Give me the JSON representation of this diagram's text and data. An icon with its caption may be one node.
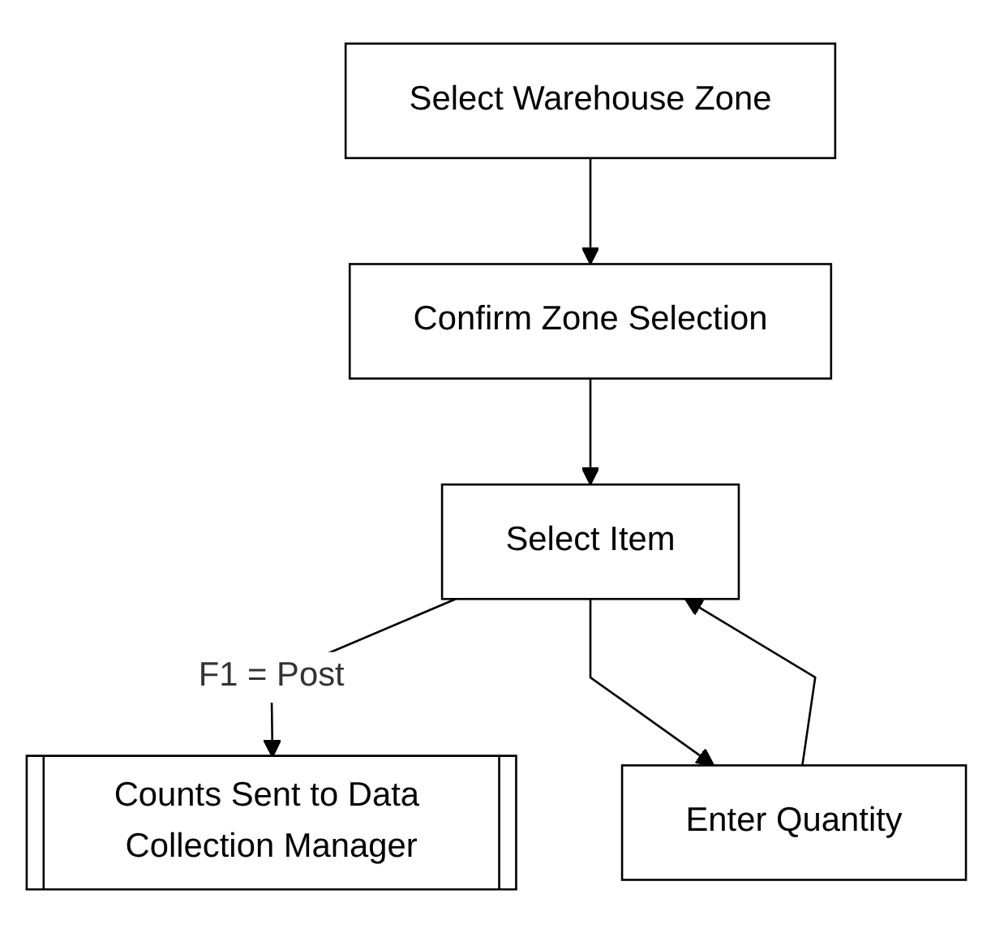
{
  "diagram": {
    "nodes": [
      {
        "text": [
          "Select Warehouse Zone"
        ]
      },
      {
        "text": [
          "Confirm Zone Selection"
        ]
      },
      {
        "text": [
          "Select Item"
        ]
      },
      {
        "text": [
          "Enter Quantity"
        ]
      },
      {
        "text": [
          "Counts Sent to Data Collection Manager"
        ]
      }
    ],
    "edges": [
      {
        "from": 0,
        "to": 1,
        "arrow": "to"
      },
      {
        "from": 1,
        "to": 2,
        "arrow": "to"
      },
      {
        "from": 2,
        "to": 4,
        "arrow": "to",
        "label": "F1 = Post"
      },
      {
        "from": 2,
        "to": 3,
        "arrow": "to"
      },
      {
        "from": 3,
        "to": 2,
        "arrow": "to"
      }
    ]
  }
}
